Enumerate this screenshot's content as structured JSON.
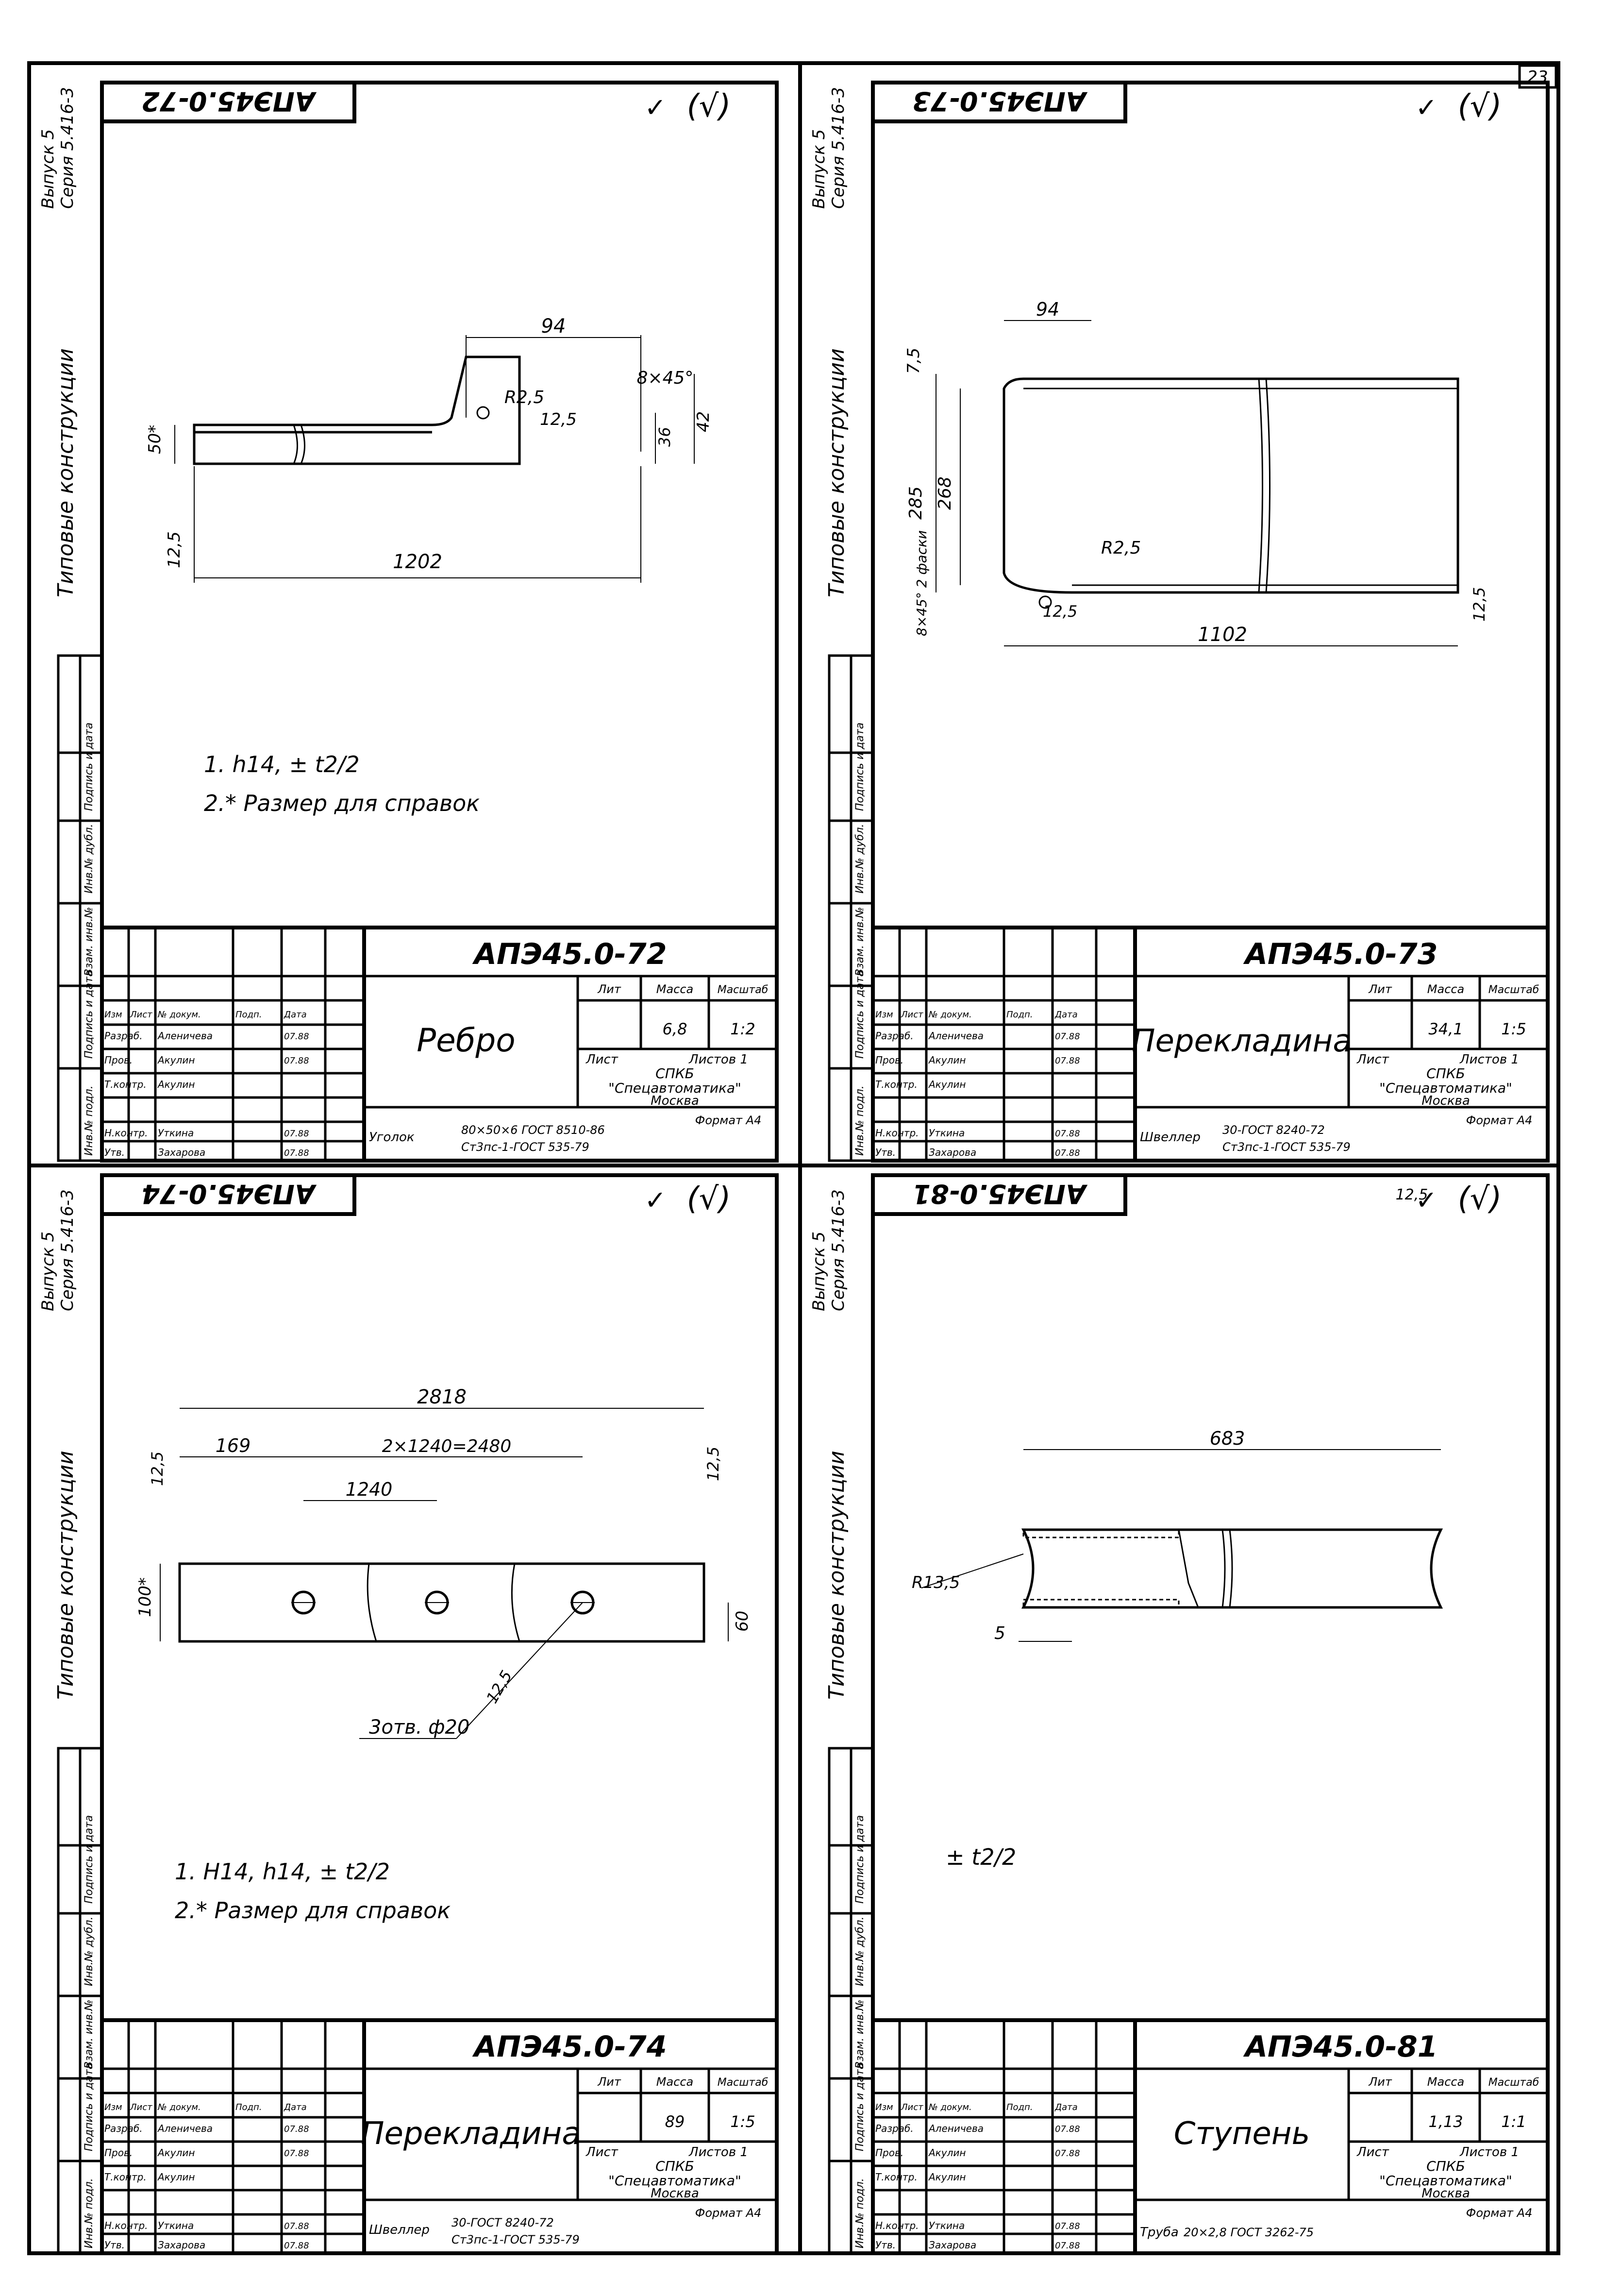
{
  "page": {
    "sheet_number": "23"
  },
  "sheets": [
    {
      "id": "s72",
      "designation": "АПЭ45.0-72",
      "stamp_mirrored": "АПЭ45.0-72",
      "surface_mark": "(√)",
      "side_text": {
        "series": "Серия 5.416-3",
        "issue": "Выпуск 5",
        "title": "Типовые конструкции"
      },
      "name": "Ребро",
      "mass": "6,8",
      "scale": "1:2",
      "sheet_label": "Лист",
      "sheets_label": "Листов 1",
      "material_prefix": "Уголок",
      "material_top": "80×50×6 ГОСТ 8510-86",
      "material_bottom": "Ст3пс-1-ГОСТ 535-79",
      "dims": [
        "94",
        "8×45°",
        "R2,5",
        "12,5",
        "50*",
        "36",
        "42",
        "12,5",
        "1202"
      ],
      "notes": [
        "1. h14, ± t2/2",
        "2.* Размер для справок"
      ]
    },
    {
      "id": "s73",
      "designation": "АПЭ45.0-73",
      "stamp_mirrored": "АПЭ45.0-73",
      "surface_mark": "(√)",
      "side_text": {
        "series": "Серия 5.416-3",
        "issue": "Выпуск 5",
        "title": "Типовые конструкции"
      },
      "name": "Перекладина",
      "mass": "34,1",
      "scale": "1:5",
      "sheet_label": "Лист",
      "sheets_label": "Листов 1",
      "material_prefix": "Швеллер",
      "material_top": "30-ГОСТ 8240-72",
      "material_bottom": "Ст3пс-1-ГОСТ 535-79",
      "dims": [
        "94",
        "7,5",
        "285",
        "268",
        "R2,5",
        "12,5",
        "8×45° 2 фаски",
        "1102",
        "12,5"
      ],
      "notes": []
    },
    {
      "id": "s74",
      "designation": "АПЭ45.0-74",
      "stamp_mirrored": "АПЭ45.0-74",
      "surface_mark": "(√)",
      "side_text": {
        "series": "Серия 5.416-3",
        "issue": "Выпуск 5",
        "title": "Типовые конструкции"
      },
      "name": "Перекладина",
      "mass": "89",
      "scale": "1:5",
      "sheet_label": "Лист",
      "sheets_label": "Листов 1",
      "material_prefix": "Швеллер",
      "material_top": "30-ГОСТ 8240-72",
      "material_bottom": "Ст3пс-1-ГОСТ 535-79",
      "dims": [
        "2818",
        "169",
        "2×1240=2480",
        "1240",
        "12,5",
        "12,5",
        "100*",
        "60",
        "12,5",
        "3отв. ф20"
      ],
      "notes": [
        "1. H14, h14, ± t2/2",
        "2.* Размер для справок"
      ]
    },
    {
      "id": "s81",
      "designation": "АПЭ45.0-81",
      "stamp_mirrored": "АПЭ45.0-81",
      "surface_mark": "(√)",
      "surface_value": "12,5",
      "side_text": {
        "series": "Серия 5.416-3",
        "issue": "Выпуск 5",
        "title": "Типовые конструкции"
      },
      "name": "Ступень",
      "mass": "1,13",
      "scale": "1:1",
      "sheet_label": "Лист",
      "sheets_label": "Листов 1",
      "material_prefix": "Труба",
      "material_top": "20×2,8 ГОСТ 3262-75",
      "material_bottom": "",
      "dims": [
        "683",
        "R13,5",
        "5"
      ],
      "notes": [
        "± t2/2"
      ]
    }
  ],
  "title_block": {
    "col_headers": [
      "Изм",
      "Лист",
      "№ докум.",
      "Подп.",
      "Дата"
    ],
    "roles": [
      "Разраб.",
      "Пров.",
      "Т.контр.",
      "",
      "Н.контр.",
      "Утв."
    ],
    "people": [
      "Аленичева",
      "Акулин",
      "Акулин",
      "",
      "Уткина",
      "Захарова"
    ],
    "dates": [
      "07.88",
      "07.88",
      "",
      "",
      "07.88",
      "07.88"
    ],
    "col_lit": "Лит",
    "col_mass": "Масса",
    "col_scale": "Масштаб",
    "org1": "СПКБ",
    "org2": "\"Спецавтоматика\"",
    "org3": "Москва",
    "format": "Формат А4"
  },
  "margin_labels": [
    "Инв.№ подл.",
    "Подпись и дата",
    "Взам. инв.№",
    "Инв.№ дубл.",
    "Подпись и дата"
  ]
}
